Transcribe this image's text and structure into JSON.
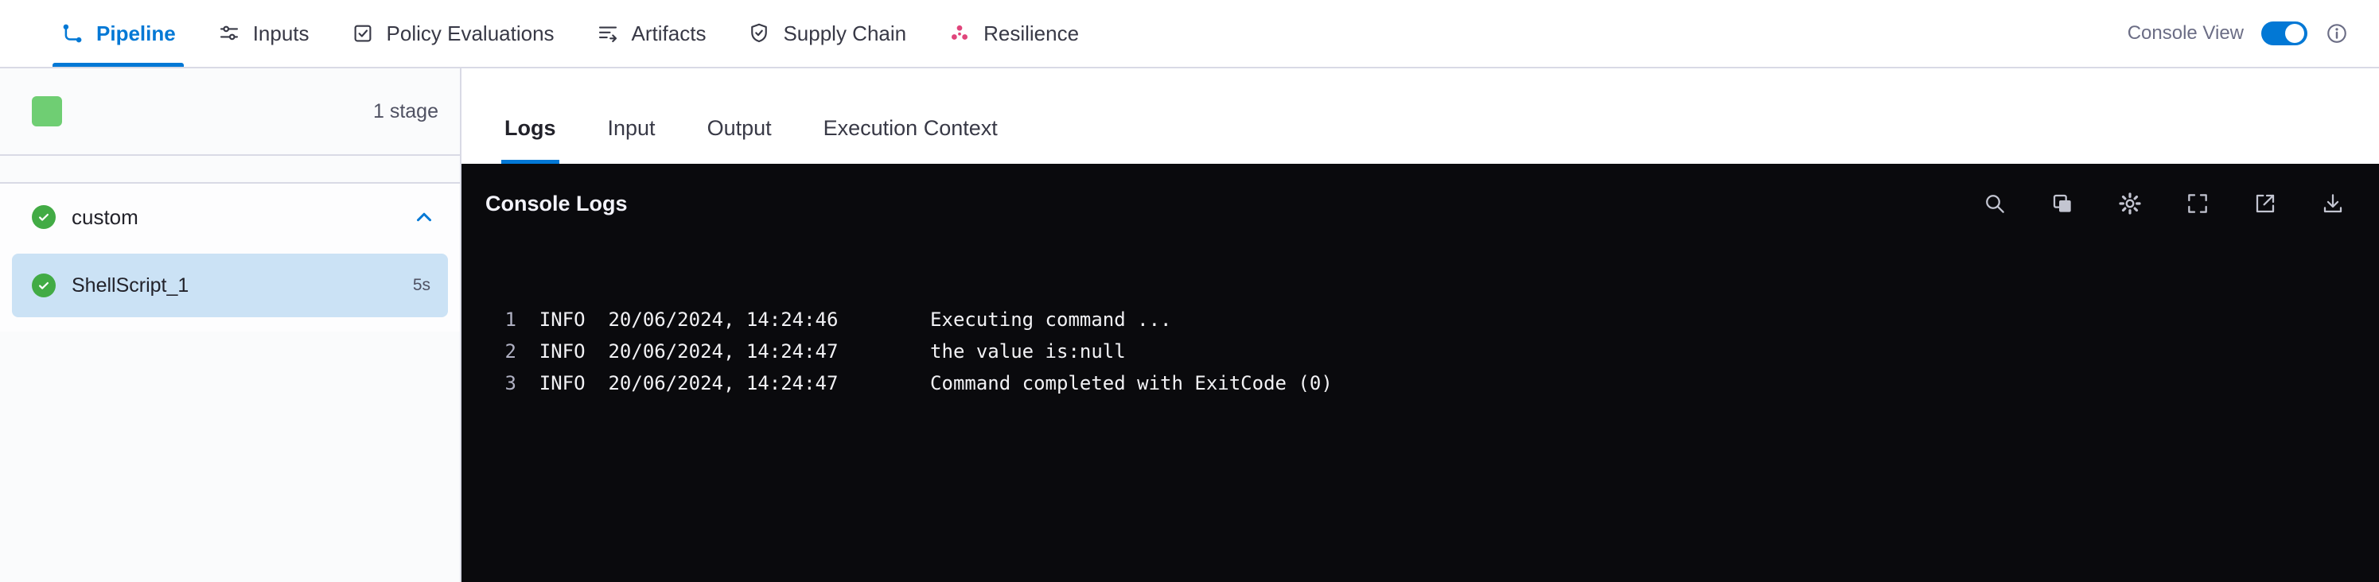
{
  "topnav": {
    "tabs": [
      {
        "label": "Pipeline",
        "icon": "pipeline-icon",
        "active": true
      },
      {
        "label": "Inputs",
        "icon": "inputs-icon",
        "active": false
      },
      {
        "label": "Policy Evaluations",
        "icon": "policy-evaluations-icon",
        "active": false
      },
      {
        "label": "Artifacts",
        "icon": "artifacts-icon",
        "active": false
      },
      {
        "label": "Supply Chain",
        "icon": "supply-chain-icon",
        "active": false
      },
      {
        "label": "Resilience",
        "icon": "resilience-icon",
        "active": false
      }
    ],
    "console_view": {
      "label": "Console View",
      "enabled": true
    },
    "info_icon": "info-icon"
  },
  "sidebar": {
    "stage_count": "1 stage",
    "stage_status_icon": "green-stage-square",
    "group": {
      "label": "custom",
      "status_icon": "success-check-icon",
      "collapse_icon": "chevron-up-icon"
    },
    "steps": [
      {
        "label": "ShellScript_1",
        "duration": "5s",
        "selected": true,
        "status_icon": "success-check-icon"
      }
    ]
  },
  "main": {
    "tabs": [
      {
        "label": "Logs",
        "active": true
      },
      {
        "label": "Input",
        "active": false
      },
      {
        "label": "Output",
        "active": false
      },
      {
        "label": "Execution Context",
        "active": false
      }
    ],
    "console": {
      "title": "Console Logs",
      "toolbar_icons": [
        "search-icon",
        "copy-icon",
        "settings-icon",
        "fullscreen-icon",
        "open-in-new-icon",
        "download-icon"
      ],
      "logs": [
        {
          "line": "1",
          "level": "INFO",
          "timestamp": "20/06/2024, 14:24:46",
          "message": "Executing command ..."
        },
        {
          "line": "2",
          "level": "INFO",
          "timestamp": "20/06/2024, 14:24:47",
          "message": "the value is:null"
        },
        {
          "line": "3",
          "level": "INFO",
          "timestamp": "20/06/2024, 14:24:47",
          "message": "Command completed with ExitCode (0)"
        }
      ]
    }
  },
  "colors": {
    "accent": "#0278d5",
    "success_green": "#42ab45",
    "stage_square_green": "#6fce73",
    "selected_step_bg": "#cbe2f5",
    "console_bg": "#0a0a0d",
    "resilience_pink": "#e0457b"
  }
}
